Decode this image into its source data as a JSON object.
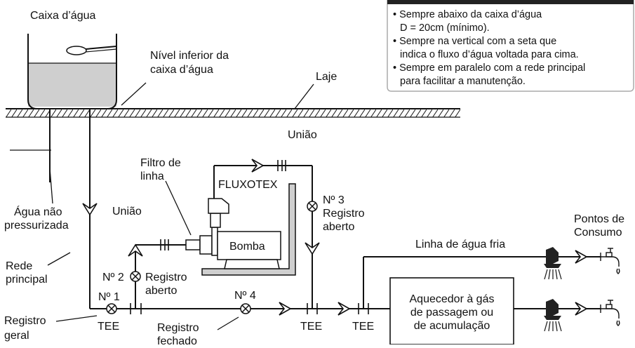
{
  "labels": {
    "caixa_dagua": "Caixa d’água",
    "nivel_line1": "Nível inferior da",
    "nivel_line2": "caixa d’água",
    "laje": "Laje",
    "uniao_top": "União",
    "filtro_line1": "Filtro de",
    "filtro_line2": "linha",
    "fluxotex": "FLUXOTEX",
    "n3": "Nº 3",
    "n3_registro": "Registro",
    "n3_aberto": "aberto",
    "agua_line1": "Água não",
    "agua_line2": "pressurizada",
    "uniao_left": "União",
    "bomba": "Bomba",
    "pontos_line1": "Pontos de",
    "pontos_line2": "Consumo",
    "linha_fria": "Linha de água fria",
    "rede_line1": "Rede",
    "rede_line2": "principal",
    "n2": "Nº 2",
    "n2_registro": "Registro",
    "n2_aberto": "aberto",
    "n1": "Nº 1",
    "n4": "Nº 4",
    "aquecedor_line1": "Aquecedor à gás",
    "aquecedor_line2": "de passagem ou",
    "aquecedor_line3": "de acumulação",
    "registro_geral_line1": "Registro",
    "registro_geral_line2": "geral",
    "tee_1": "TEE",
    "tee_2": "TEE",
    "tee_3": "TEE",
    "registro_fechado_line1": "Registro",
    "registro_fechado_line2": "fechado"
  },
  "notes": [
    "• Sempre abaixo da caixa d’água",
    "D = 20cm (mínimo).",
    "• Sempre na vertical com a seta que",
    "indica o fluxo d’água voltada para cima.",
    "• Sempre em paralelo com a rede principal",
    "para facilitar a manutenção."
  ]
}
